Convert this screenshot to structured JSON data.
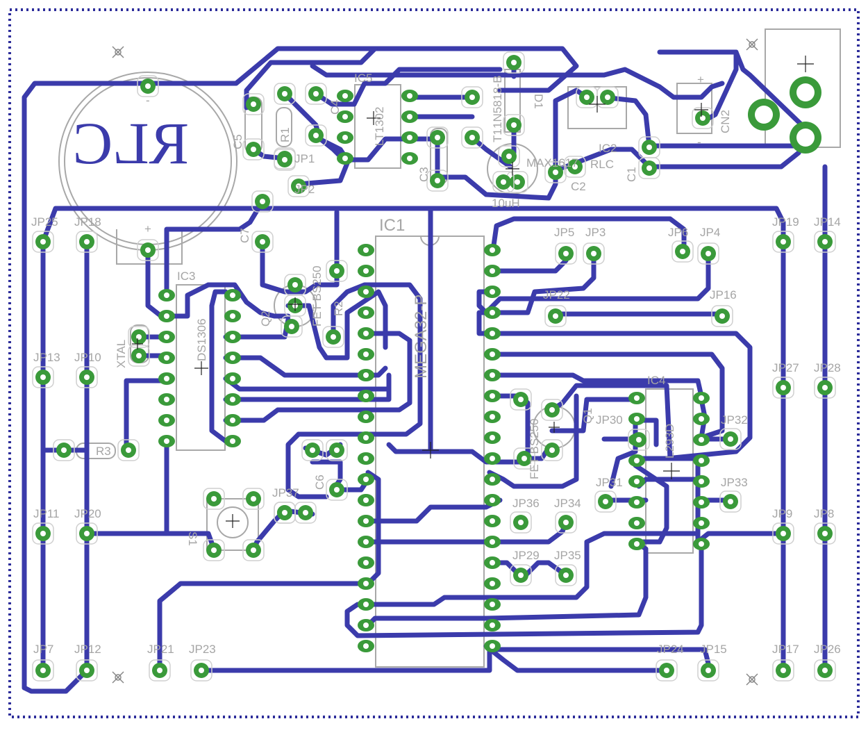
{
  "board": {
    "mirror_text": "RLC",
    "colors": {
      "trace": "#3b3bab",
      "pad": "#3a9a3a",
      "silk": "#a8a8a8",
      "dimension": "#2c2c9a"
    }
  },
  "components": {
    "ic1": "IC1",
    "ic1_part": "MEGA32-P",
    "ic3": "IC3",
    "ic3_part": "DS1306",
    "ic4": "IC4",
    "ic4_part": "L293D",
    "ic5": "IC5",
    "ic5_part": "LT1302",
    "ic2": "IC2",
    "ic2_part": "MAX1617",
    "rlc": "RLC",
    "c1": "C1",
    "c2": "C2",
    "c3": "C3",
    "c4": "C4",
    "c5": "C5",
    "c6": "C6",
    "c7": "C7",
    "r1": "R1",
    "r2": "R2",
    "r3": "R3",
    "q1": "Q1",
    "q2": "Q2",
    "t1": "T1",
    "d1": "D1",
    "d1_part": "1N5818-B",
    "q1_part": "FET BS250",
    "q2_part": "FET BS250",
    "l1_part": "10uH",
    "xtal": "XTAL",
    "s1": "S1",
    "cn2": "CN2",
    "plus": "+",
    "minus": "-"
  },
  "jumpers": [
    "JP1",
    "JP2",
    "JP3",
    "JP4",
    "JP5",
    "JP6",
    "JP7",
    "JP8",
    "JP9",
    "JP10",
    "JP11",
    "JP12",
    "JP13",
    "JP14",
    "JP15",
    "JP16",
    "JP17",
    "JP18",
    "JP19",
    "JP20",
    "JP21",
    "JP22",
    "JP23",
    "JP24",
    "JP25",
    "JP26",
    "JP27",
    "JP28",
    "JP29",
    "JP30",
    "JP31",
    "JP32",
    "JP33",
    "JP34",
    "JP35",
    "JP36",
    "JP37"
  ]
}
